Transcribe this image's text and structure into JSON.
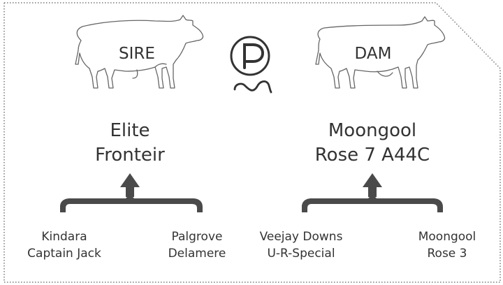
{
  "sire": {
    "label": "SIRE",
    "name_line1": "Elite",
    "name_line2": "Fronteir",
    "ancestors": [
      {
        "line1": "Kindara",
        "line2": "Captain Jack"
      },
      {
        "line1": "Palgrove",
        "line2": "Delamere"
      }
    ]
  },
  "dam": {
    "label": "DAM",
    "name_line1": "Moongool",
    "name_line2": "Rose 7 A44C",
    "ancestors": [
      {
        "line1": "Veejay Downs",
        "line2": "U-R-Special"
      },
      {
        "line1": "Moongool",
        "line2": "Rose 3"
      }
    ]
  },
  "logo": {
    "letter": "P",
    "icon": "polled-p-logo"
  },
  "colors": {
    "line": "#555555",
    "brace": "#4a4a4a",
    "text": "#333333",
    "border": "#777777"
  }
}
